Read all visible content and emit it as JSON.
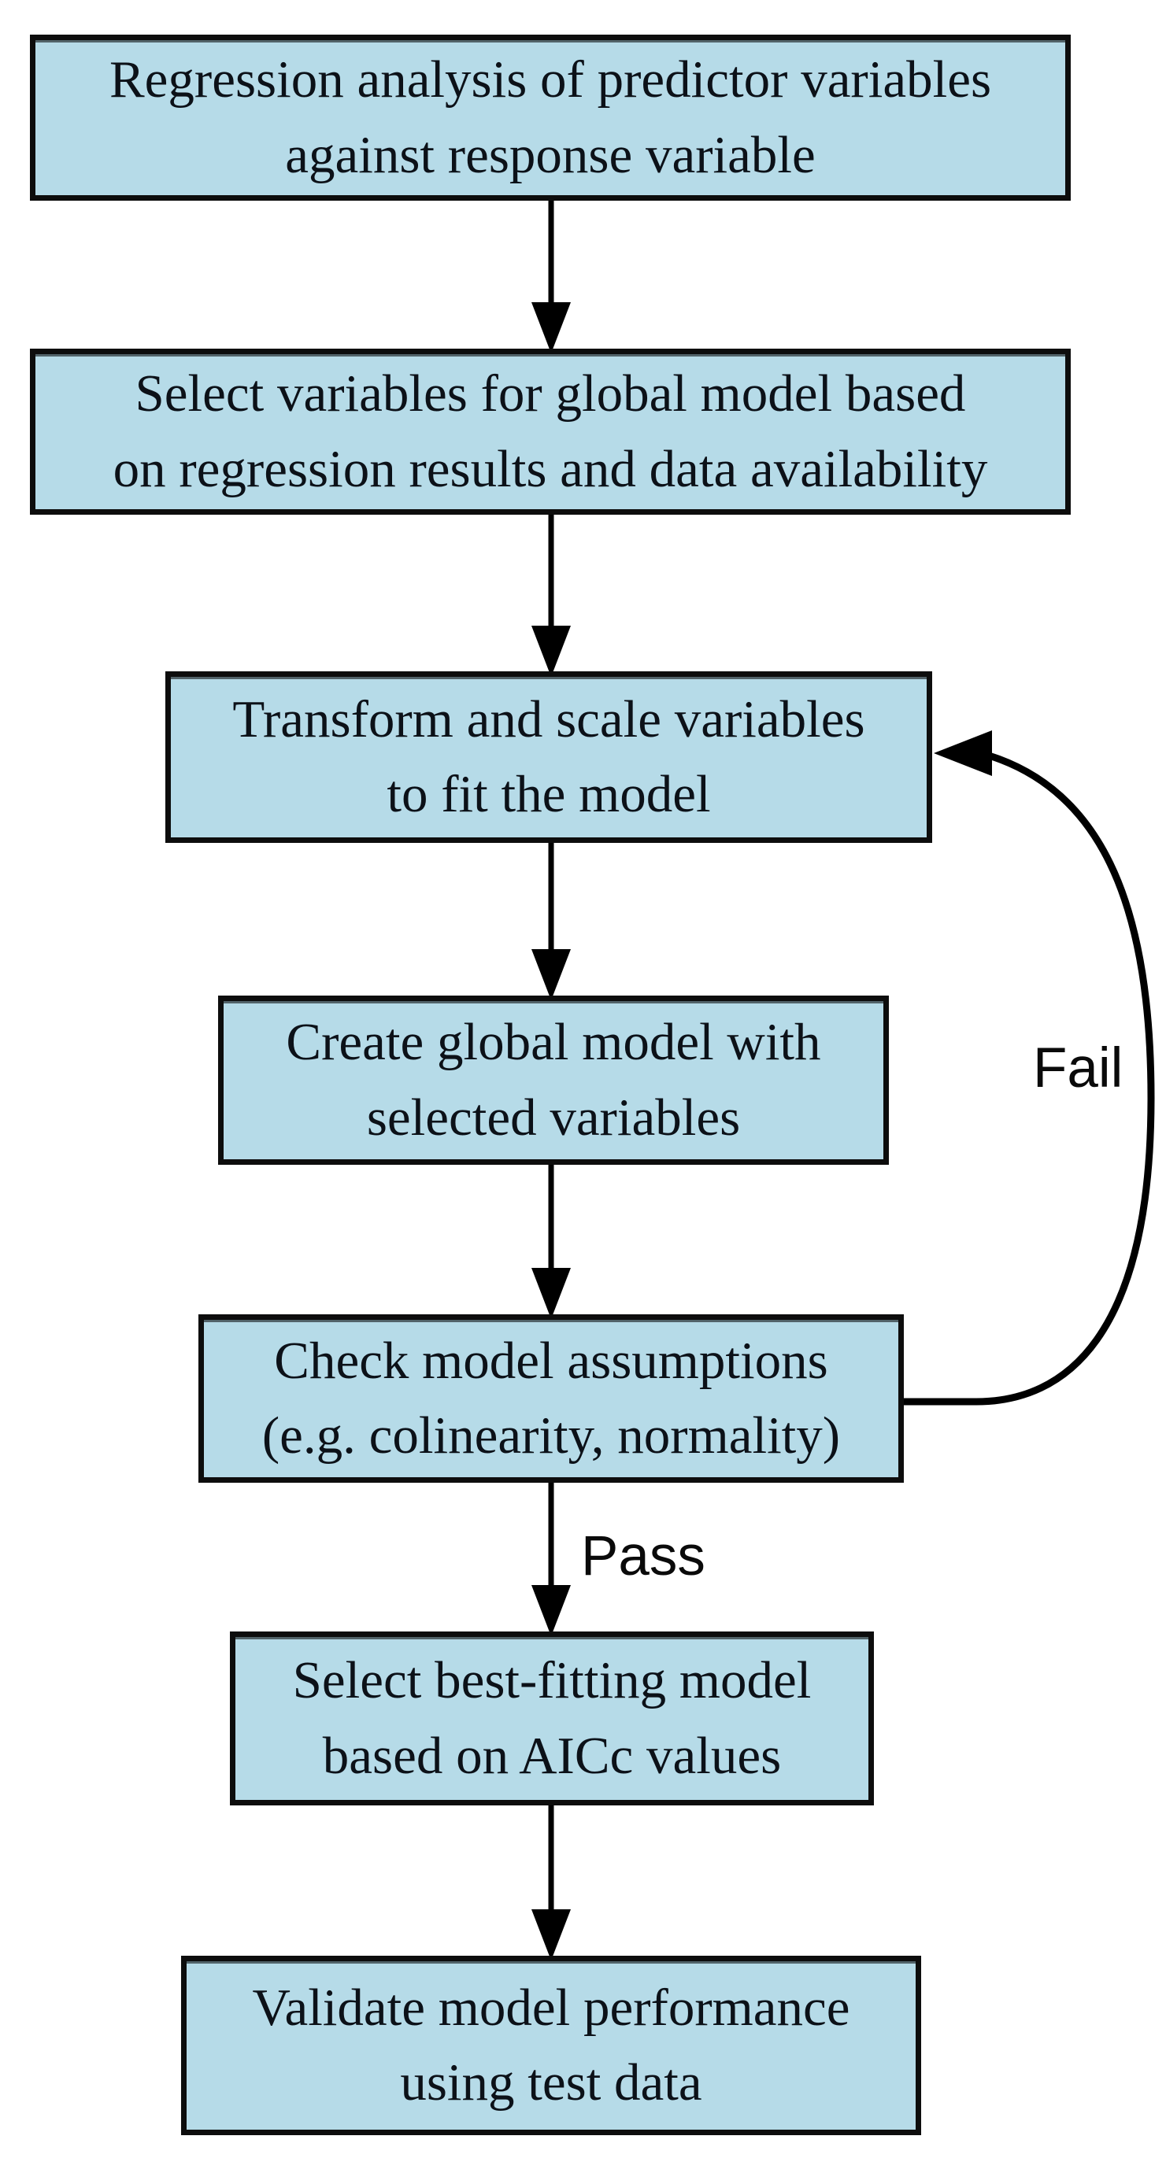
{
  "flowchart": {
    "steps": [
      {
        "id": "regression-analysis",
        "lines": [
          "Regression analysis of predictor variables",
          "against response variable"
        ]
      },
      {
        "id": "select-variables",
        "lines": [
          "Select variables for global model based",
          "on regression results and data availability"
        ]
      },
      {
        "id": "transform-scale",
        "lines": [
          "Transform and scale variables",
          "to fit the model"
        ]
      },
      {
        "id": "create-global-model",
        "lines": [
          "Create global model with",
          "selected variables"
        ]
      },
      {
        "id": "check-assumptions",
        "lines": [
          "Check model assumptions",
          "(e.g. colinearity, normality)"
        ]
      },
      {
        "id": "select-best-model",
        "lines": [
          "Select best-fitting model",
          "based on AICc values"
        ]
      },
      {
        "id": "validate-model",
        "lines": [
          "Validate model performance",
          "using test data"
        ]
      }
    ],
    "edge_labels": {
      "fail": "Fail",
      "pass": "Pass"
    },
    "colors": {
      "box_fill": "#b6dbe8",
      "box_border": "#0d0d0d",
      "box_text": "#0c1118",
      "arrow": "#000000",
      "edge_label_text": "#0a0a0a",
      "background": "#ffffff"
    }
  }
}
